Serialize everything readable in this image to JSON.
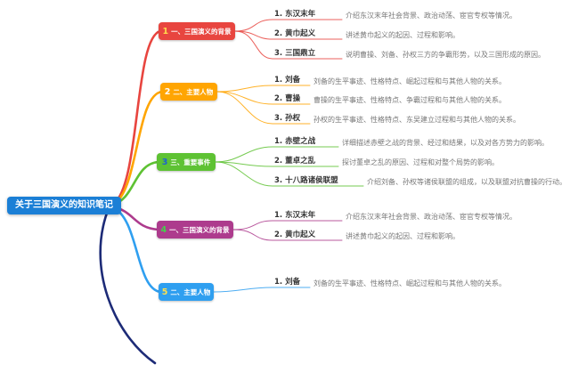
{
  "root": {
    "label": "关于三国演义的知识笔记",
    "bg": "#1b7fd6",
    "text_color": "#ffffff"
  },
  "tail_color": "#1d2b77",
  "branches": [
    {
      "num": "1",
      "num_color": "#ffd94d",
      "label": "一、三国演义的背景",
      "color": "#e8453f",
      "children": [
        {
          "label": "1. 东汉末年",
          "desc": "介绍东汉末年社会背景、政治动荡、宦官专权等情况。"
        },
        {
          "label": "2. 黄巾起义",
          "desc": "讲述黄巾起义的起因、过程和影响。"
        },
        {
          "label": "3. 三国鼎立",
          "desc": "说明曹操、刘备、孙权三方的争霸形势，以及三国形成的原因。"
        }
      ]
    },
    {
      "num": "2",
      "num_color": "#ffffff",
      "label": "二、主要人物",
      "color": "#ffa502",
      "children": [
        {
          "label": "1. 刘备",
          "desc": "刘备的生平事迹、性格特点、崛起过程和与其他人物的关系。"
        },
        {
          "label": "2. 曹操",
          "desc": "曹操的生平事迹、性格特点、争霸过程和与其他人物的关系。"
        },
        {
          "label": "3. 孙权",
          "desc": "孙权的生平事迹、性格特点、东吴建立过程和与其他人物的关系。"
        }
      ]
    },
    {
      "num": "3",
      "num_color": "#1d62d1",
      "label": "三、重要事件",
      "color": "#5ec233",
      "children": [
        {
          "label": "1. 赤壁之战",
          "desc": "详细描述赤壁之战的背景、经过和结果，以及对各方势力的影响。"
        },
        {
          "label": "2. 董卓之乱",
          "desc": "探讨董卓之乱的原因、过程和对整个局势的影响。"
        },
        {
          "label": "3. 十八路诸侯联盟",
          "desc": "介绍刘备、孙权等诸侯联盟的组成，以及联盟对抗曹操的行动。"
        }
      ]
    },
    {
      "num": "4",
      "num_color": "#43d14b",
      "label": "一、三国演义的背景",
      "color": "#ad3b8d",
      "children": [
        {
          "label": "1. 东汉末年",
          "desc": "介绍东汉末年社会背景、政治动荡、宦官专权等情况。"
        },
        {
          "label": "2. 黄巾起义",
          "desc": "讲述黄巾起义的起因、过程和影响。"
        }
      ]
    },
    {
      "num": "5",
      "num_color": "#ffe04d",
      "label": "二、主要人物",
      "color": "#2f9ff0",
      "children": [
        {
          "label": "1. 刘备",
          "desc": "刘备的生平事迹、性格特点、崛起过程和与其他人物的关系。"
        }
      ]
    }
  ]
}
